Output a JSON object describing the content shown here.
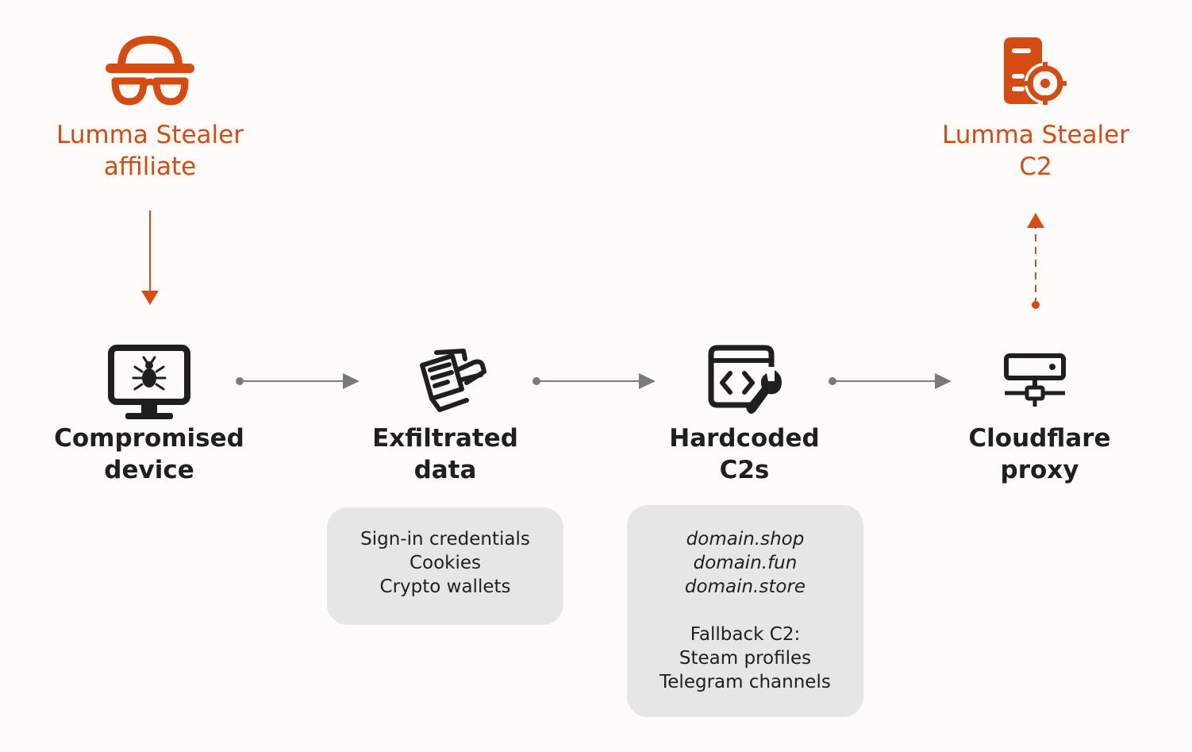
{
  "nodes": {
    "affiliate": {
      "line1": "Lumma Stealer",
      "line2": "affiliate",
      "icon": "spy-icon"
    },
    "c2": {
      "line1": "Lumma Stealer",
      "line2": "C2",
      "icon": "server-target-icon"
    },
    "device": {
      "line1": "Compromised",
      "line2": "device",
      "icon": "monitor-bug-icon"
    },
    "data": {
      "line1": "Exfiltrated",
      "line2": "data",
      "icon": "documents-hand-icon"
    },
    "hardcoded": {
      "line1": "Hardcoded",
      "line2": "C2s",
      "icon": "code-wrench-icon"
    },
    "proxy": {
      "line1": "Cloudflare",
      "line2": "proxy",
      "icon": "network-server-icon"
    }
  },
  "exfiltrated_box": {
    "items": [
      "Sign-in credentials",
      "Cookies",
      "Crypto wallets"
    ]
  },
  "hardcoded_box": {
    "domains": [
      "domain.shop",
      "domain.fun",
      "domain.store"
    ],
    "fallback_title": "Fallback C2:",
    "fallback_items": [
      "Steam profiles",
      "Telegram channels"
    ]
  },
  "colors": {
    "accent": "#d64b12",
    "text": "#1f1f1f",
    "arrow": "#7a7a7a",
    "box": "#e6e6e6"
  }
}
